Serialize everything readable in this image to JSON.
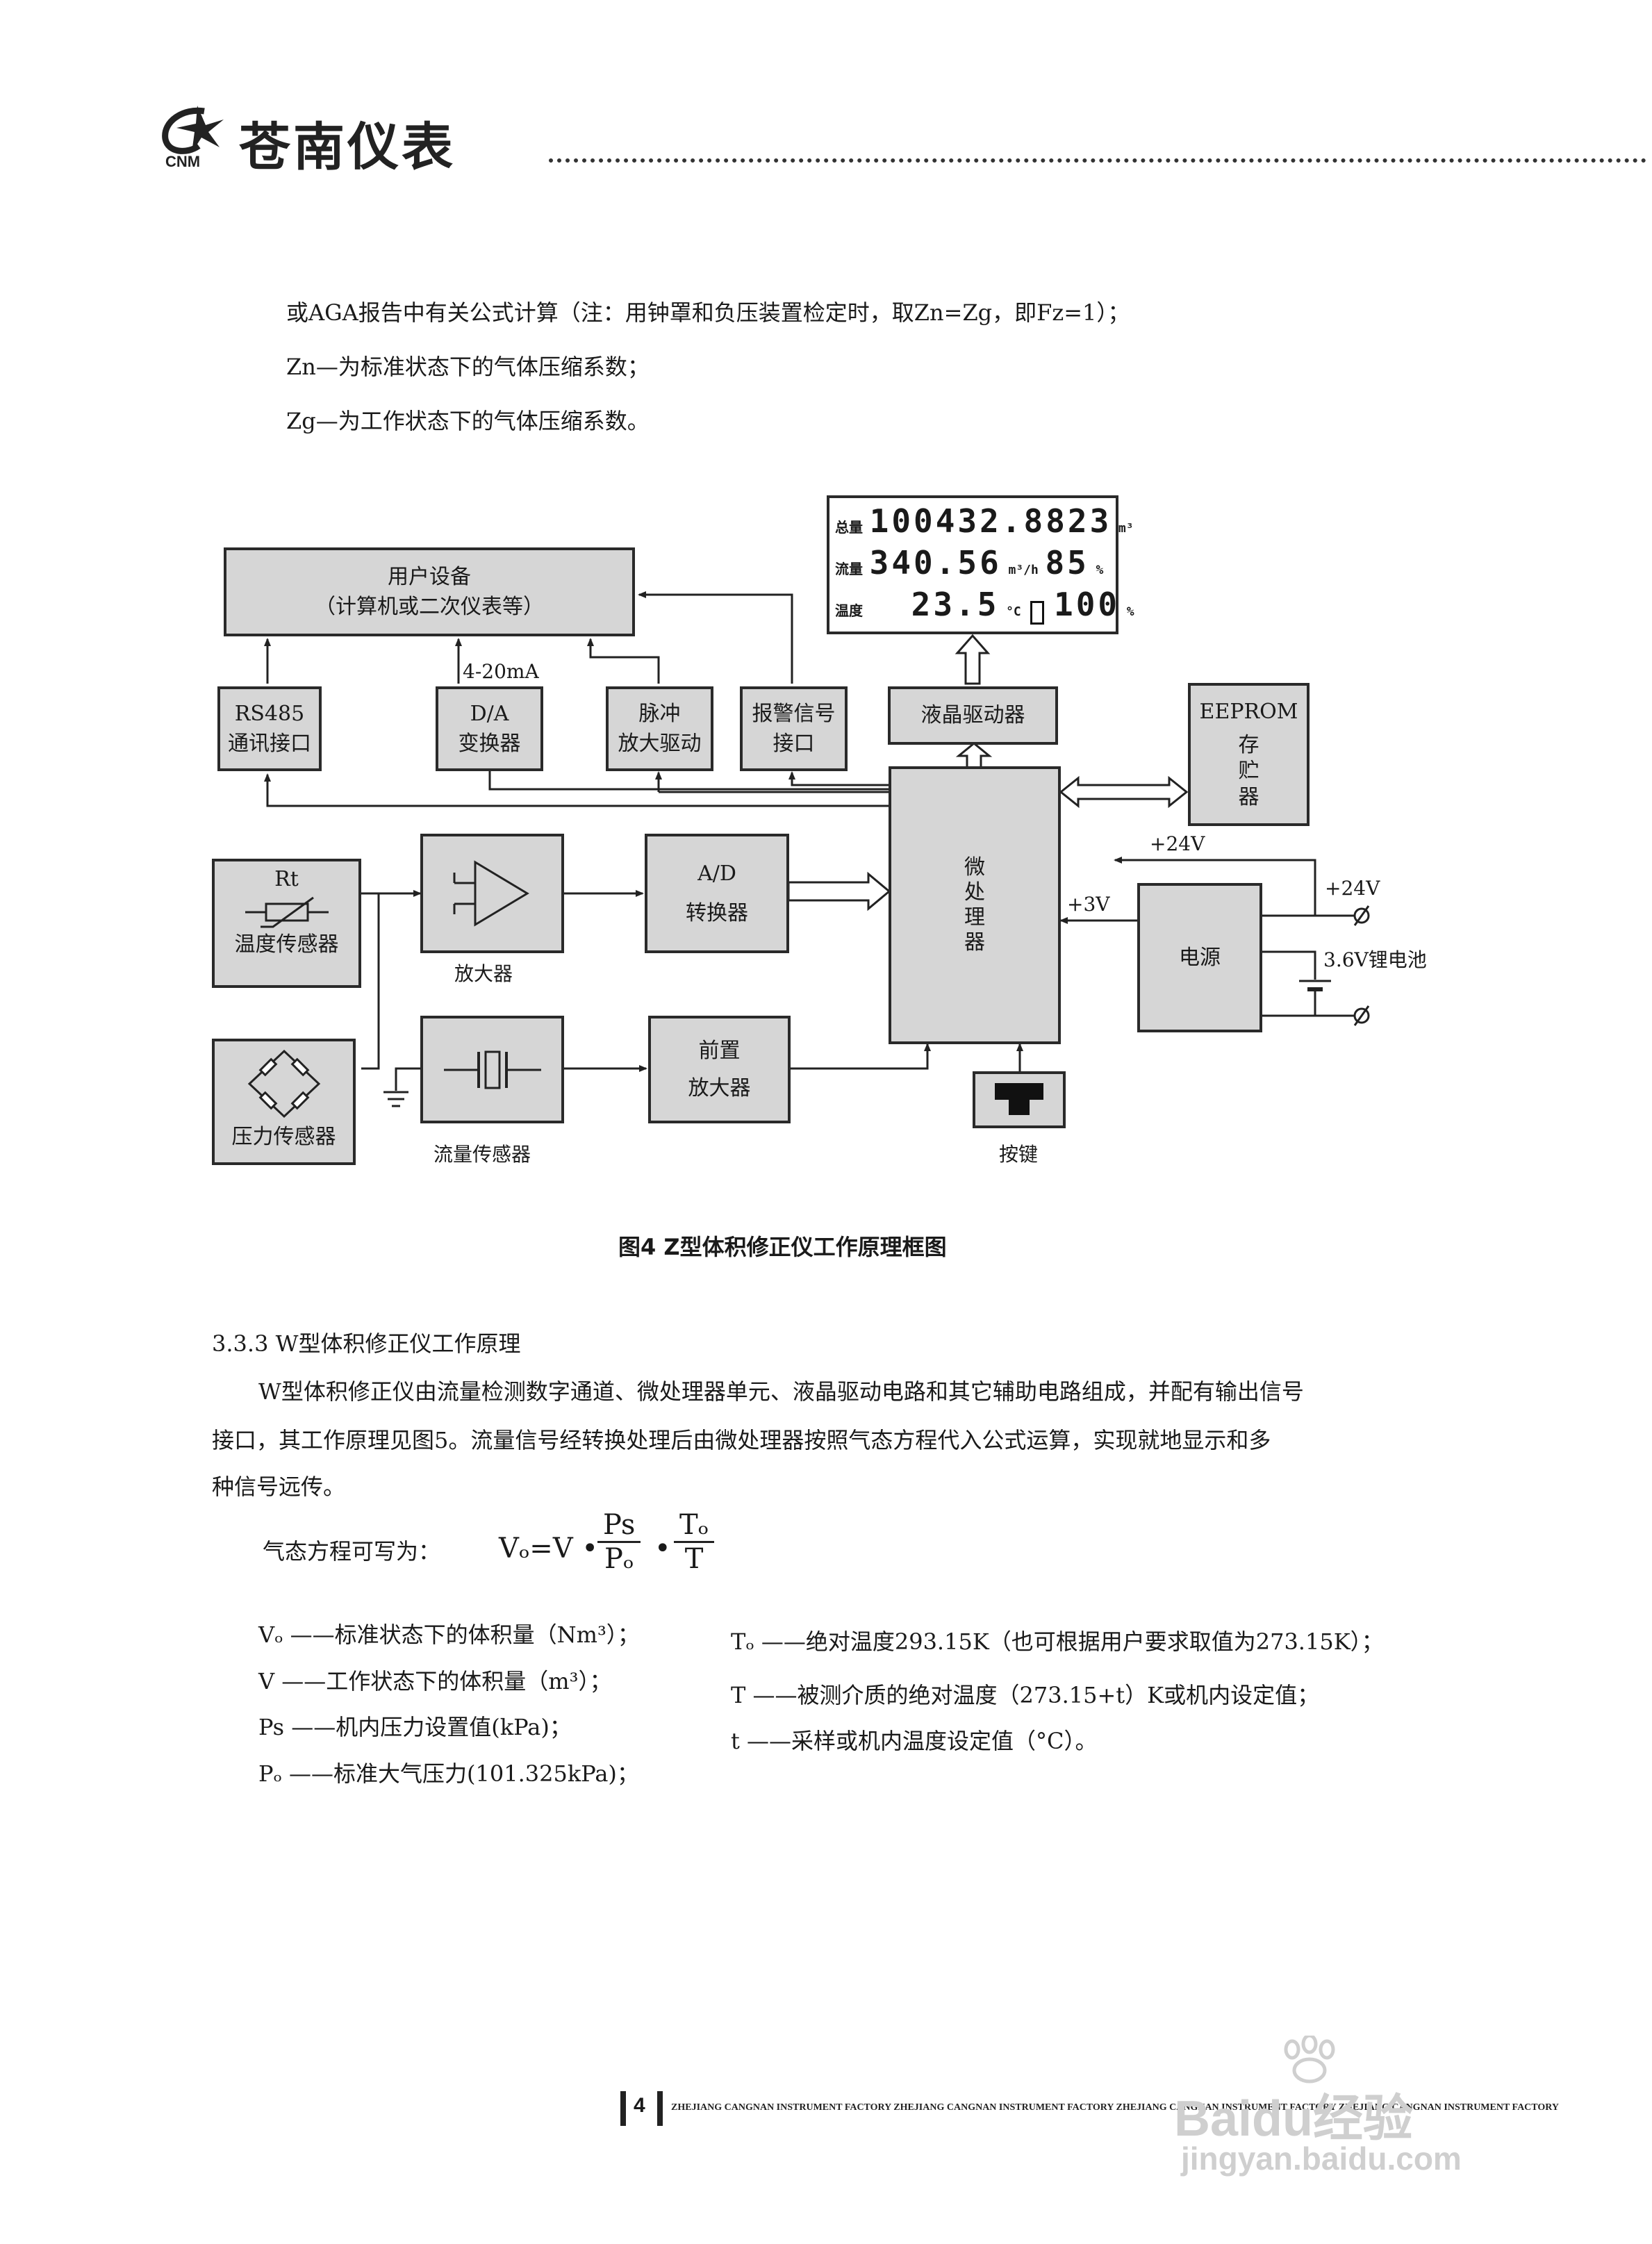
{
  "header": {
    "logo_mark": "CNM",
    "logo_text": "苍南仪表"
  },
  "intro_lines": [
    "或AGA报告中有关公式计算（注：用钟罩和负压装置检定时，取Zn=Zg，即Fz=1）；",
    "Zn—为标准状态下的气体压缩系数；",
    "Zg—为工作状态下的气体压缩系数。"
  ],
  "diagram": {
    "user_device": [
      "用户设备",
      "（计算机或二次仪表等）"
    ],
    "rs485": [
      "RS485",
      "通讯接口"
    ],
    "da": [
      "D/A",
      "变换器"
    ],
    "current_label": "4-20mA",
    "pulse": [
      "脉冲",
      "放大驱动"
    ],
    "alarm": [
      "报警信号",
      "接口"
    ],
    "lcd_driver": "液晶驱动器",
    "eeprom": [
      "EEPROM",
      "存",
      "贮",
      "器"
    ],
    "rt_label": "Rt",
    "temp_sensor": "温度传感器",
    "amplifier": "放大器",
    "ad": [
      "A/D",
      "转换器"
    ],
    "cpu": [
      "微",
      "处",
      "理",
      "器"
    ],
    "pressure_sensor": "压力传感器",
    "flow_sensor": "流量传感器",
    "preamp": [
      "前置",
      "放大器"
    ],
    "power": "电源",
    "keys": "按键",
    "v24_top": "+24V",
    "v24_right": "+24V",
    "v3": "+3V",
    "battery": "3.6V锂电池",
    "lcd": {
      "row1_label": "总量",
      "row1_digits": "100432.8823",
      "row1_unit": "m³",
      "row2_label": "流量",
      "row2_digits": "340.56",
      "row2_unit": "m³/h",
      "row2_pct": "85",
      "row2_pct_unit": "%",
      "row3_label": "温度",
      "row3_digits": "23.5",
      "row3_unit": "°C",
      "row3_pct": "100",
      "row3_pct_unit": "%"
    }
  },
  "figure_caption": "图4   Z型体积修正仪工作原理框图",
  "section_heading": "3.3.3 W型体积修正仪工作原理",
  "body_lines": [
    "W型体积修正仪由流量检测数字通道、微处理器单元、液晶驱动电路和其它辅助电路组成，并配有输出信号",
    "接口，其工作原理见图5。流量信号经转换处理后由微处理器按照气态方程代入公式运算，实现就地显示和多",
    "种信号远传。"
  ],
  "formula": {
    "intro": "气态方程可写为：",
    "lhs": "Vₒ=V •",
    "frac1_num": "Ps",
    "frac1_den": "Pₒ",
    "dot": "•",
    "frac2_num": "Tₒ",
    "frac2_den": "T"
  },
  "definitions_left": [
    "Vₒ ——标准状态下的体积量（Nm³）；",
    "V  ——工作状态下的体积量（m³）；",
    "Ps ——机内压力设置值(kPa)；",
    "Pₒ ——标准大气压力(101.325kPa)；"
  ],
  "definitions_right": [
    "Tₒ ——绝对温度293.15K（也可根据用户要求取值为273.15K）；",
    "T  ——被测介质的绝对温度（273.15+t）K或机内设定值；",
    "t  ——采样或机内温度设定值（°C）。"
  ],
  "footer": {
    "page_number": "4",
    "factory_text": "ZHEJIANG CANGNAN INSTRUMENT FACTORY  ZHEJIANG CANGNAN INSTRUMENT FACTORY  ZHEJIANG CANGNAN INSTRUMENT FACTORY  ZHEJIANG CANGNAN INSTRUMENT FACTORY"
  },
  "watermark": {
    "brand": "Baidu经验",
    "url": "jingyan.baidu.com"
  }
}
